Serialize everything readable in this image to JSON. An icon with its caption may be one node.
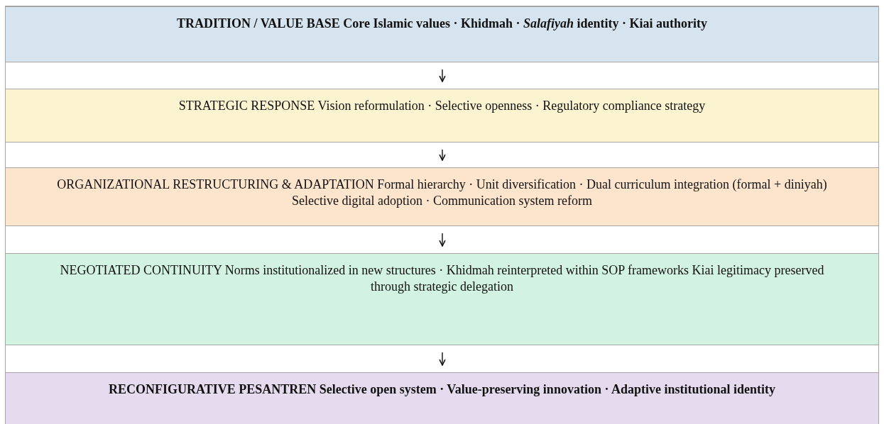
{
  "diagram": {
    "nodes": [
      {
        "text": [
          "TRADITION / VALUE BASE Core Islamic values · Khidmah · *Salafiyah* identity · Kiai authority"
        ]
      },
      {
        "text": [
          "STRATEGIC RESPONSE Vision reformulation · Selective openness · Regulatory compliance strategy"
        ]
      },
      {
        "text": [
          "ORGANIZATIONAL RESTRUCTURING & ADAPTATION Formal hierarchy · Unit diversification · Dual curriculum integration (formal + diniyah) Selective digital adoption · Communication system reform"
        ]
      },
      {
        "text": [
          "NEGOTIATED CONTINUITY Norms institutionalized in new structures · Khidmah reinterpreted within SOP frameworks Kiai legitimacy preserved through strategic delegation"
        ]
      },
      {
        "text": [
          "RECONFIGURATIVE PESANTREN Selective open system · Value-preserving innovation · Adaptive institutional identity"
        ]
      }
    ],
    "edges": [
      {
        "from": 0,
        "to": 1,
        "arrow": "to"
      },
      {
        "from": 1,
        "to": 2,
        "arrow": "to"
      },
      {
        "from": 2,
        "to": 3,
        "arrow": "to"
      },
      {
        "from": 3,
        "to": 4,
        "arrow": "to"
      }
    ]
  }
}
